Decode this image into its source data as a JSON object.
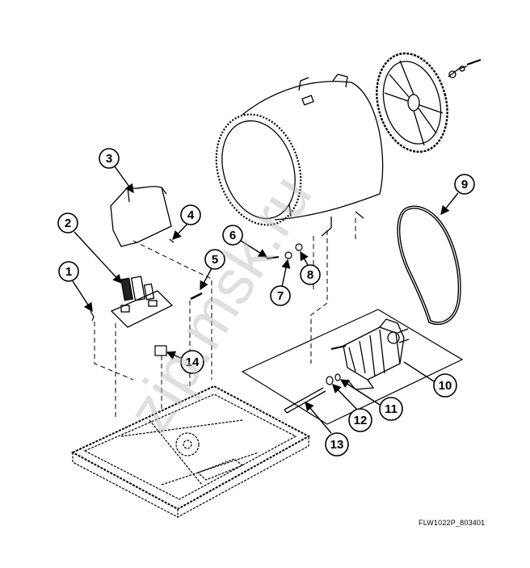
{
  "diagram": {
    "reference_code": "FLW1022P_803401",
    "watermark": "zip.msk.ru",
    "callouts": [
      {
        "number": "1"
      },
      {
        "number": "2"
      },
      {
        "number": "3"
      },
      {
        "number": "4"
      },
      {
        "number": "5"
      },
      {
        "number": "6"
      },
      {
        "number": "7"
      },
      {
        "number": "8"
      },
      {
        "number": "9"
      },
      {
        "number": "10"
      },
      {
        "number": "11"
      },
      {
        "number": "12"
      },
      {
        "number": "13"
      },
      {
        "number": "14"
      }
    ]
  }
}
